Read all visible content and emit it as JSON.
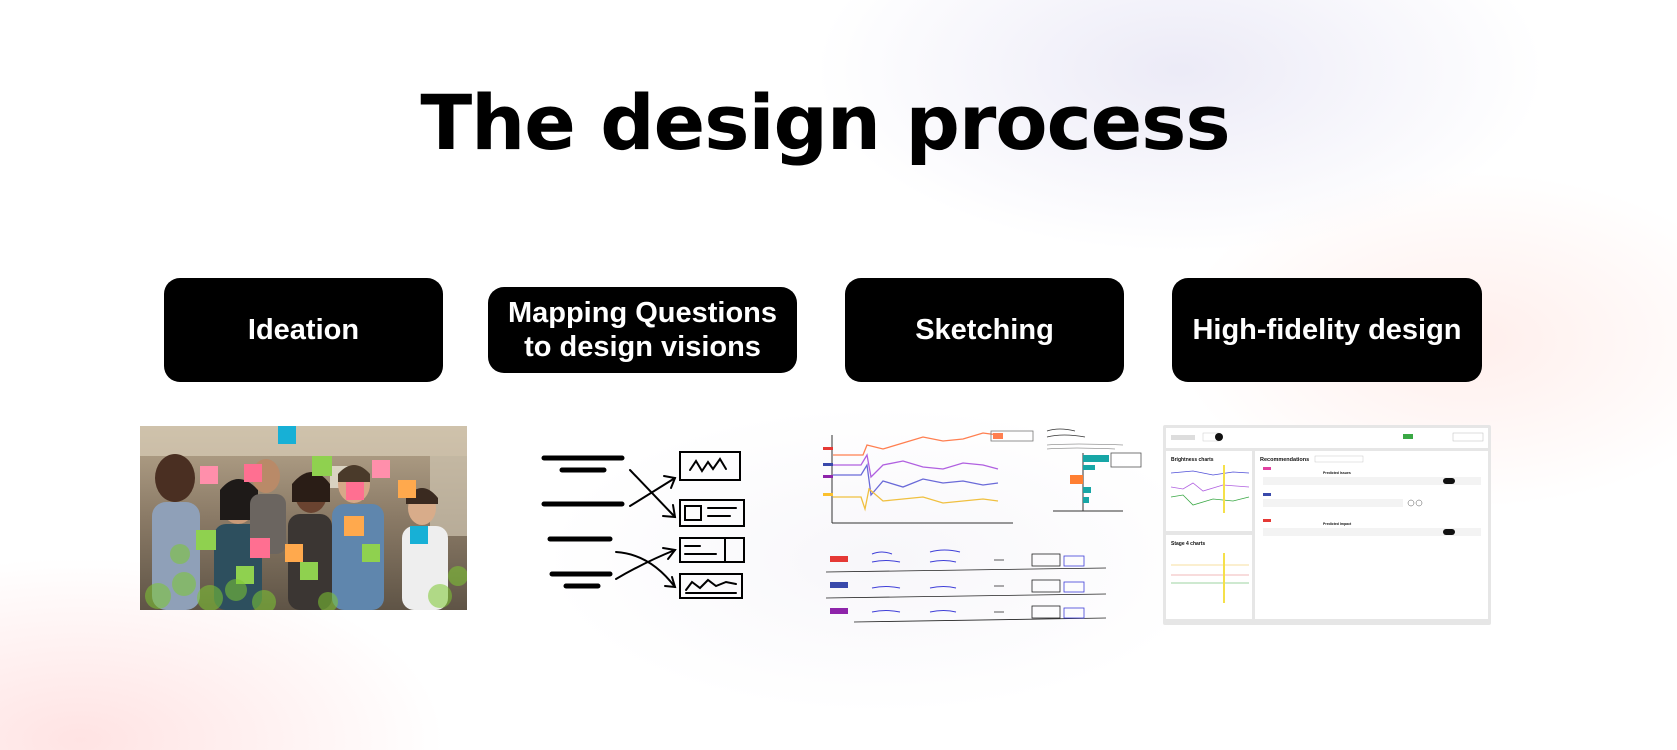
{
  "page": {
    "title": "The design process"
  },
  "stages": [
    {
      "lines": [
        "Ideation"
      ]
    },
    {
      "lines": [
        "Mapping Questions",
        "to design visions"
      ]
    },
    {
      "lines": [
        "Sketching"
      ]
    },
    {
      "lines": [
        "High-fidelity design"
      ]
    }
  ],
  "colors": {
    "stage_bg": "#000000",
    "stage_text": "#ffffff",
    "sticky_notes": [
      "#ff6f91",
      "#ffa94d",
      "#8fd14f",
      "#17b0d6",
      "#ff8fab"
    ],
    "sketch_lines": [
      "#ff7f50",
      "#b060e0",
      "#6a6ad8",
      "#f0c040"
    ],
    "hifi_accent": "#f5e04a"
  },
  "icons": {
    "mapping": [
      "text-lines-icon",
      "arrow-icon",
      "card-chart-icon",
      "card-list-icon"
    ]
  },
  "hifi": {
    "brightness_title": "Brightness charts",
    "stage_title": "Stage 4 charts",
    "recommendations_title": "Recommendations",
    "section_label_1": "Predicted Issues",
    "section_label_2": "Predicted Impact"
  }
}
